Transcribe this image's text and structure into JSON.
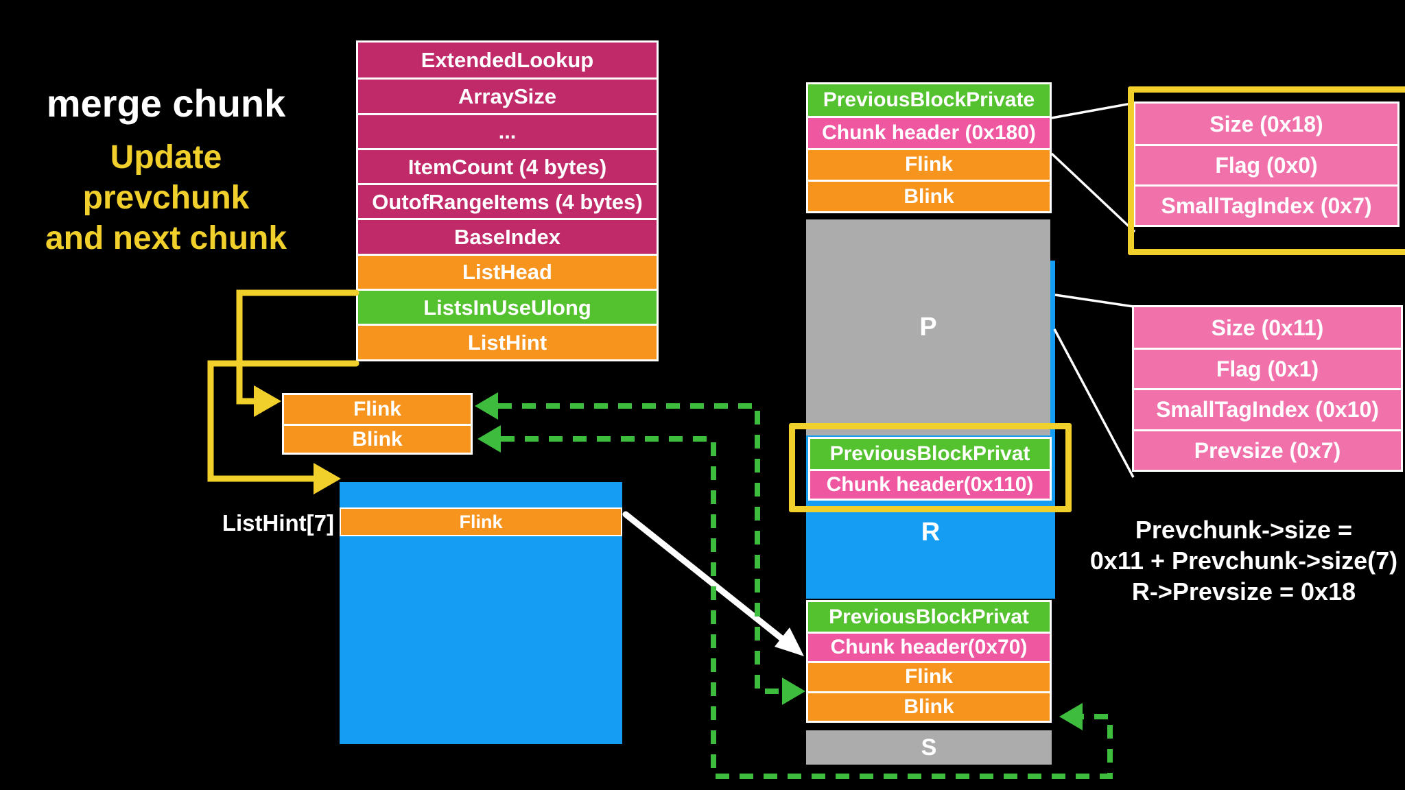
{
  "colors": {
    "background": "#000000",
    "magenta": "#c12a68",
    "orange": "#f7941e",
    "green": "#54c22e",
    "blue": "#149df2",
    "gray": "#acacac",
    "pink": "#ef58a0",
    "pink_light": "#f172aa",
    "yellow": "#f1d02b",
    "green_dash": "#3dbc3d",
    "white": "#ffffff"
  },
  "header": {
    "title": "merge chunk",
    "subtitle_line1": "Update",
    "subtitle_line2": "prevchunk",
    "subtitle_line3": "and next chunk"
  },
  "lookup_table": {
    "rows": [
      {
        "label": "ExtendedLookup",
        "color": "magenta"
      },
      {
        "label": "ArraySize",
        "color": "magenta"
      },
      {
        "label": "...",
        "color": "magenta"
      },
      {
        "label": "ItemCount (4 bytes)",
        "color": "magenta"
      },
      {
        "label": "OutofRangeItems (4 bytes)",
        "color": "magenta"
      },
      {
        "label": "BaseIndex",
        "color": "magenta"
      },
      {
        "label": "ListHead",
        "color": "orange"
      },
      {
        "label": "ListsInUseUlong",
        "color": "green"
      },
      {
        "label": "ListHint",
        "color": "orange"
      }
    ]
  },
  "listhead_node": {
    "rows": [
      {
        "label": "Flink"
      },
      {
        "label": "Blink"
      }
    ]
  },
  "listhint": {
    "label": "ListHint[7]",
    "flink_label": "Flink"
  },
  "heap_column": {
    "top_rows": [
      {
        "label": "PreviousBlockPrivate",
        "color": "green"
      },
      {
        "label": "Chunk header (0x180)",
        "color": "pink"
      },
      {
        "label": "Flink",
        "color": "orange"
      },
      {
        "label": "Blink",
        "color": "orange"
      }
    ],
    "chunk_p_label": "P",
    "merged_header_rows": [
      {
        "label": "PreviousBlockPrivat",
        "color": "green"
      },
      {
        "label": "Chunk header(0x110)",
        "color": "pink"
      }
    ],
    "chunk_r_label": "R",
    "next_chunk_rows": [
      {
        "label": "PreviousBlockPrivat",
        "color": "green"
      },
      {
        "label": "Chunk header(0x70)",
        "color": "pink"
      },
      {
        "label": "Flink",
        "color": "orange"
      },
      {
        "label": "Blink",
        "color": "orange"
      }
    ],
    "chunk_s_label": "S"
  },
  "header_detail_p": {
    "rows": [
      {
        "label": "Size (0x18)"
      },
      {
        "label": "Flag (0x0)"
      },
      {
        "label": "SmallTagIndex (0x7)"
      }
    ]
  },
  "header_detail_r": {
    "rows": [
      {
        "label": "Size (0x11)"
      },
      {
        "label": "Flag (0x1)"
      },
      {
        "label": "SmallTagIndex (0x10)"
      },
      {
        "label": "Prevsize (0x7)"
      }
    ]
  },
  "equation": {
    "line1": "Prevchunk->size =",
    "line2": "0x11 + Prevchunk->size(7)",
    "line3": "R->Prevsize = 0x18"
  }
}
